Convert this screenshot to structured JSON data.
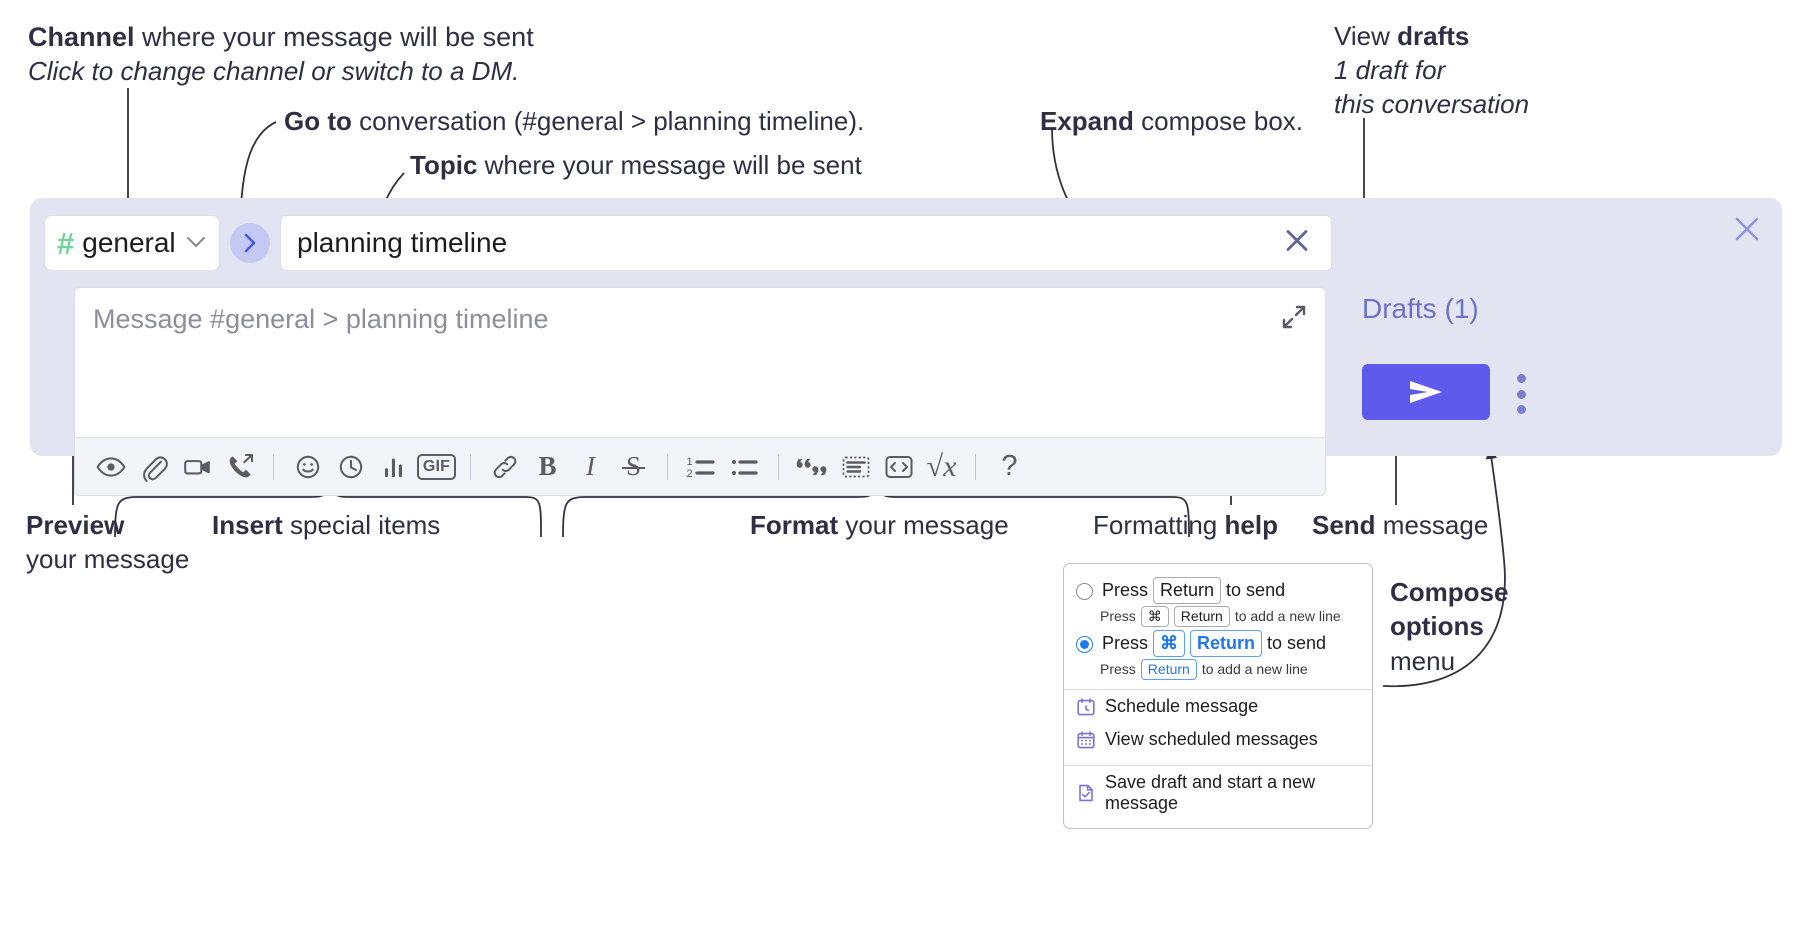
{
  "annotations": {
    "channel": {
      "bold": "Channel",
      "rest": " where your message will be sent",
      "line2": "Click to change channel or switch to a DM."
    },
    "goto": {
      "bold": "Go to",
      "rest": " conversation (#general > planning timeline)."
    },
    "topic": {
      "bold": "Topic",
      "rest": " where your message will be sent"
    },
    "expand": {
      "bold": "Expand",
      "rest": " compose box."
    },
    "drafts": {
      "pre": "View ",
      "bold": "drafts",
      "line2": "1 draft for",
      "line3": "this conversation"
    },
    "preview": {
      "bold": "Preview",
      "line2": "your message"
    },
    "insert": {
      "bold": "Insert",
      "rest": " special items"
    },
    "format": {
      "bold": "Format",
      "rest": " your message"
    },
    "help": {
      "pre": "Formatting ",
      "bold": "help"
    },
    "send": {
      "bold": "Send",
      "rest": " message"
    },
    "compose": {
      "bold1": "Compose",
      "bold2": "options",
      "line3": "menu"
    }
  },
  "composer": {
    "channel": {
      "hash": "#",
      "name": "general",
      "chevron": "chevron-down"
    },
    "go_to_conversation_label": "›",
    "topic": {
      "value": "planning timeline",
      "clear_label": "clear-topic"
    },
    "message": {
      "placeholder": "Message #general > planning timeline"
    },
    "drafts_label": "Drafts (1)",
    "send_label": "send-arrow",
    "toolbar": [
      {
        "name": "preview-icon",
        "glyph": "eye"
      },
      {
        "name": "attachment-icon",
        "glyph": "paperclip"
      },
      {
        "name": "video-icon",
        "glyph": "video"
      },
      {
        "name": "huddle-icon",
        "glyph": "phone-forward"
      },
      {
        "name": "separator",
        "glyph": "sep"
      },
      {
        "name": "emoji-icon",
        "glyph": "smiley"
      },
      {
        "name": "reminder-icon",
        "glyph": "clock"
      },
      {
        "name": "poll-icon",
        "glyph": "bars"
      },
      {
        "name": "gif-icon",
        "glyph": "gif",
        "text": "GIF"
      },
      {
        "name": "separator",
        "glyph": "sep"
      },
      {
        "name": "link-icon",
        "glyph": "link"
      },
      {
        "name": "bold-icon",
        "glyph": "bold",
        "text": "B"
      },
      {
        "name": "italic-icon",
        "glyph": "italic",
        "text": "I"
      },
      {
        "name": "strikethrough-icon",
        "glyph": "strike",
        "text": "S"
      },
      {
        "name": "separator",
        "glyph": "sep"
      },
      {
        "name": "ordered-list-icon",
        "glyph": "ol"
      },
      {
        "name": "bulleted-list-icon",
        "glyph": "ul"
      },
      {
        "name": "separator",
        "glyph": "sep"
      },
      {
        "name": "blockquote-icon",
        "glyph": "quote"
      },
      {
        "name": "code-block-icon",
        "glyph": "codeblock"
      },
      {
        "name": "inline-code-icon",
        "glyph": "code"
      },
      {
        "name": "math-icon",
        "glyph": "math",
        "text": "√x"
      },
      {
        "name": "separator",
        "glyph": "sep"
      },
      {
        "name": "formatting-help-icon",
        "glyph": "question",
        "text": "?"
      }
    ],
    "close_label": "close-composer",
    "overflow_label": "compose-options"
  },
  "menu": {
    "options": [
      {
        "selected": false,
        "main": {
          "pre": "Press ",
          "keys": [
            "Return"
          ],
          "post": " to send"
        },
        "sub": {
          "pre": "Press ",
          "keys": [
            "⌘",
            "Return"
          ],
          "post": " to add a new line"
        }
      },
      {
        "selected": true,
        "main": {
          "pre": "Press ",
          "keys": [
            "⌘",
            "Return"
          ],
          "post": " to send"
        },
        "sub": {
          "pre": "Press ",
          "keys": [
            "Return"
          ],
          "post": " to add a new line"
        }
      }
    ],
    "items": [
      {
        "icon": "calendar-clock-icon",
        "label": "Schedule message"
      },
      {
        "icon": "calendar-grid-icon",
        "label": "View scheduled messages"
      },
      {
        "icon": "file-check-icon",
        "label": "Save draft and start a new message",
        "divider_above": true
      }
    ]
  },
  "colors": {
    "panel_bg": "#e2e4f1",
    "send_purple": "#5d5aec",
    "hash_green": "#6fd39a",
    "go_blue": "#4a5ae8",
    "drafts_text": "#6b72c4",
    "annotation_text": "#2f2f44",
    "key_blue": "#2178ec"
  }
}
